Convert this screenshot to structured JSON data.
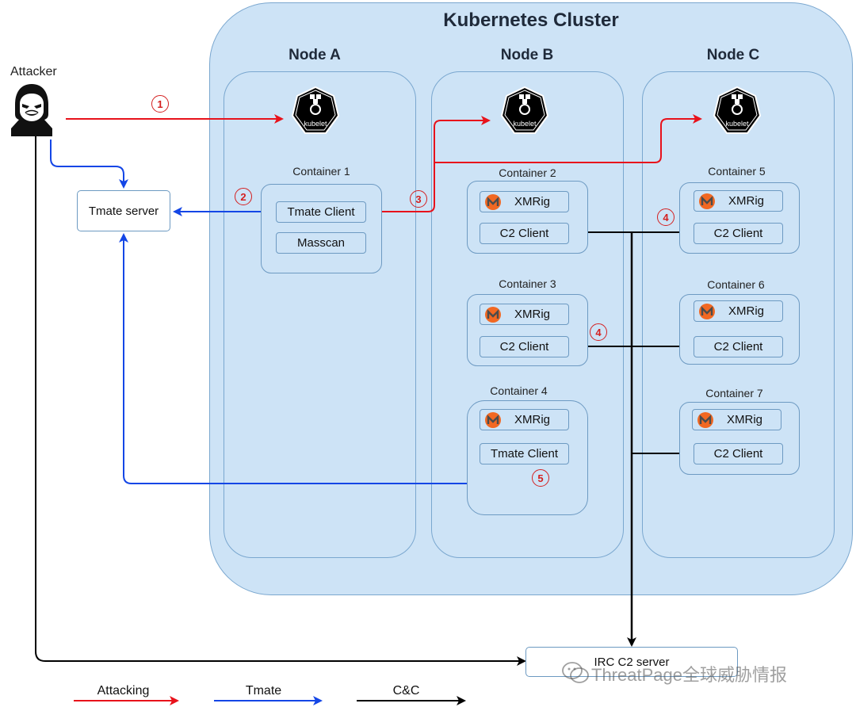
{
  "cluster": {
    "title": "Kubernetes Cluster"
  },
  "attacker": {
    "label": "Attacker"
  },
  "tmate_server": {
    "label": "Tmate server"
  },
  "irc_server": {
    "label": "IRC C2 server"
  },
  "nodes": [
    {
      "title": "Node A",
      "kubelet": "kubelet"
    },
    {
      "title": "Node B",
      "kubelet": "kubelet"
    },
    {
      "title": "Node C",
      "kubelet": "kubelet"
    }
  ],
  "containers": {
    "c1": {
      "label": "Container 1",
      "items": [
        "Tmate Client",
        "Masscan"
      ]
    },
    "c2": {
      "label": "Container 2",
      "items": [
        "XMRig",
        "C2 Client"
      ]
    },
    "c3": {
      "label": "Container 3",
      "items": [
        "XMRig",
        "C2 Client"
      ]
    },
    "c4": {
      "label": "Container 4",
      "items": [
        "XMRig",
        "Tmate Client"
      ]
    },
    "c5": {
      "label": "Container 5",
      "items": [
        "XMRig",
        "C2 Client"
      ]
    },
    "c6": {
      "label": "Container 6",
      "items": [
        "XMRig",
        "C2 Client"
      ]
    },
    "c7": {
      "label": "Container 7",
      "items": [
        "XMRig",
        "C2 Client"
      ]
    }
  },
  "steps": [
    "1",
    "2",
    "3",
    "4",
    "4",
    "5"
  ],
  "legend": {
    "attacking": "Attacking",
    "tmate": "Tmate",
    "cc": "C&C"
  },
  "watermark": "ThreatPage全球威胁情报",
  "colors": {
    "attacking": "#e8121b",
    "tmate": "#1446e6",
    "cc": "#000000",
    "cluster_fill": "#cde3f6",
    "badge": "#d42020"
  }
}
